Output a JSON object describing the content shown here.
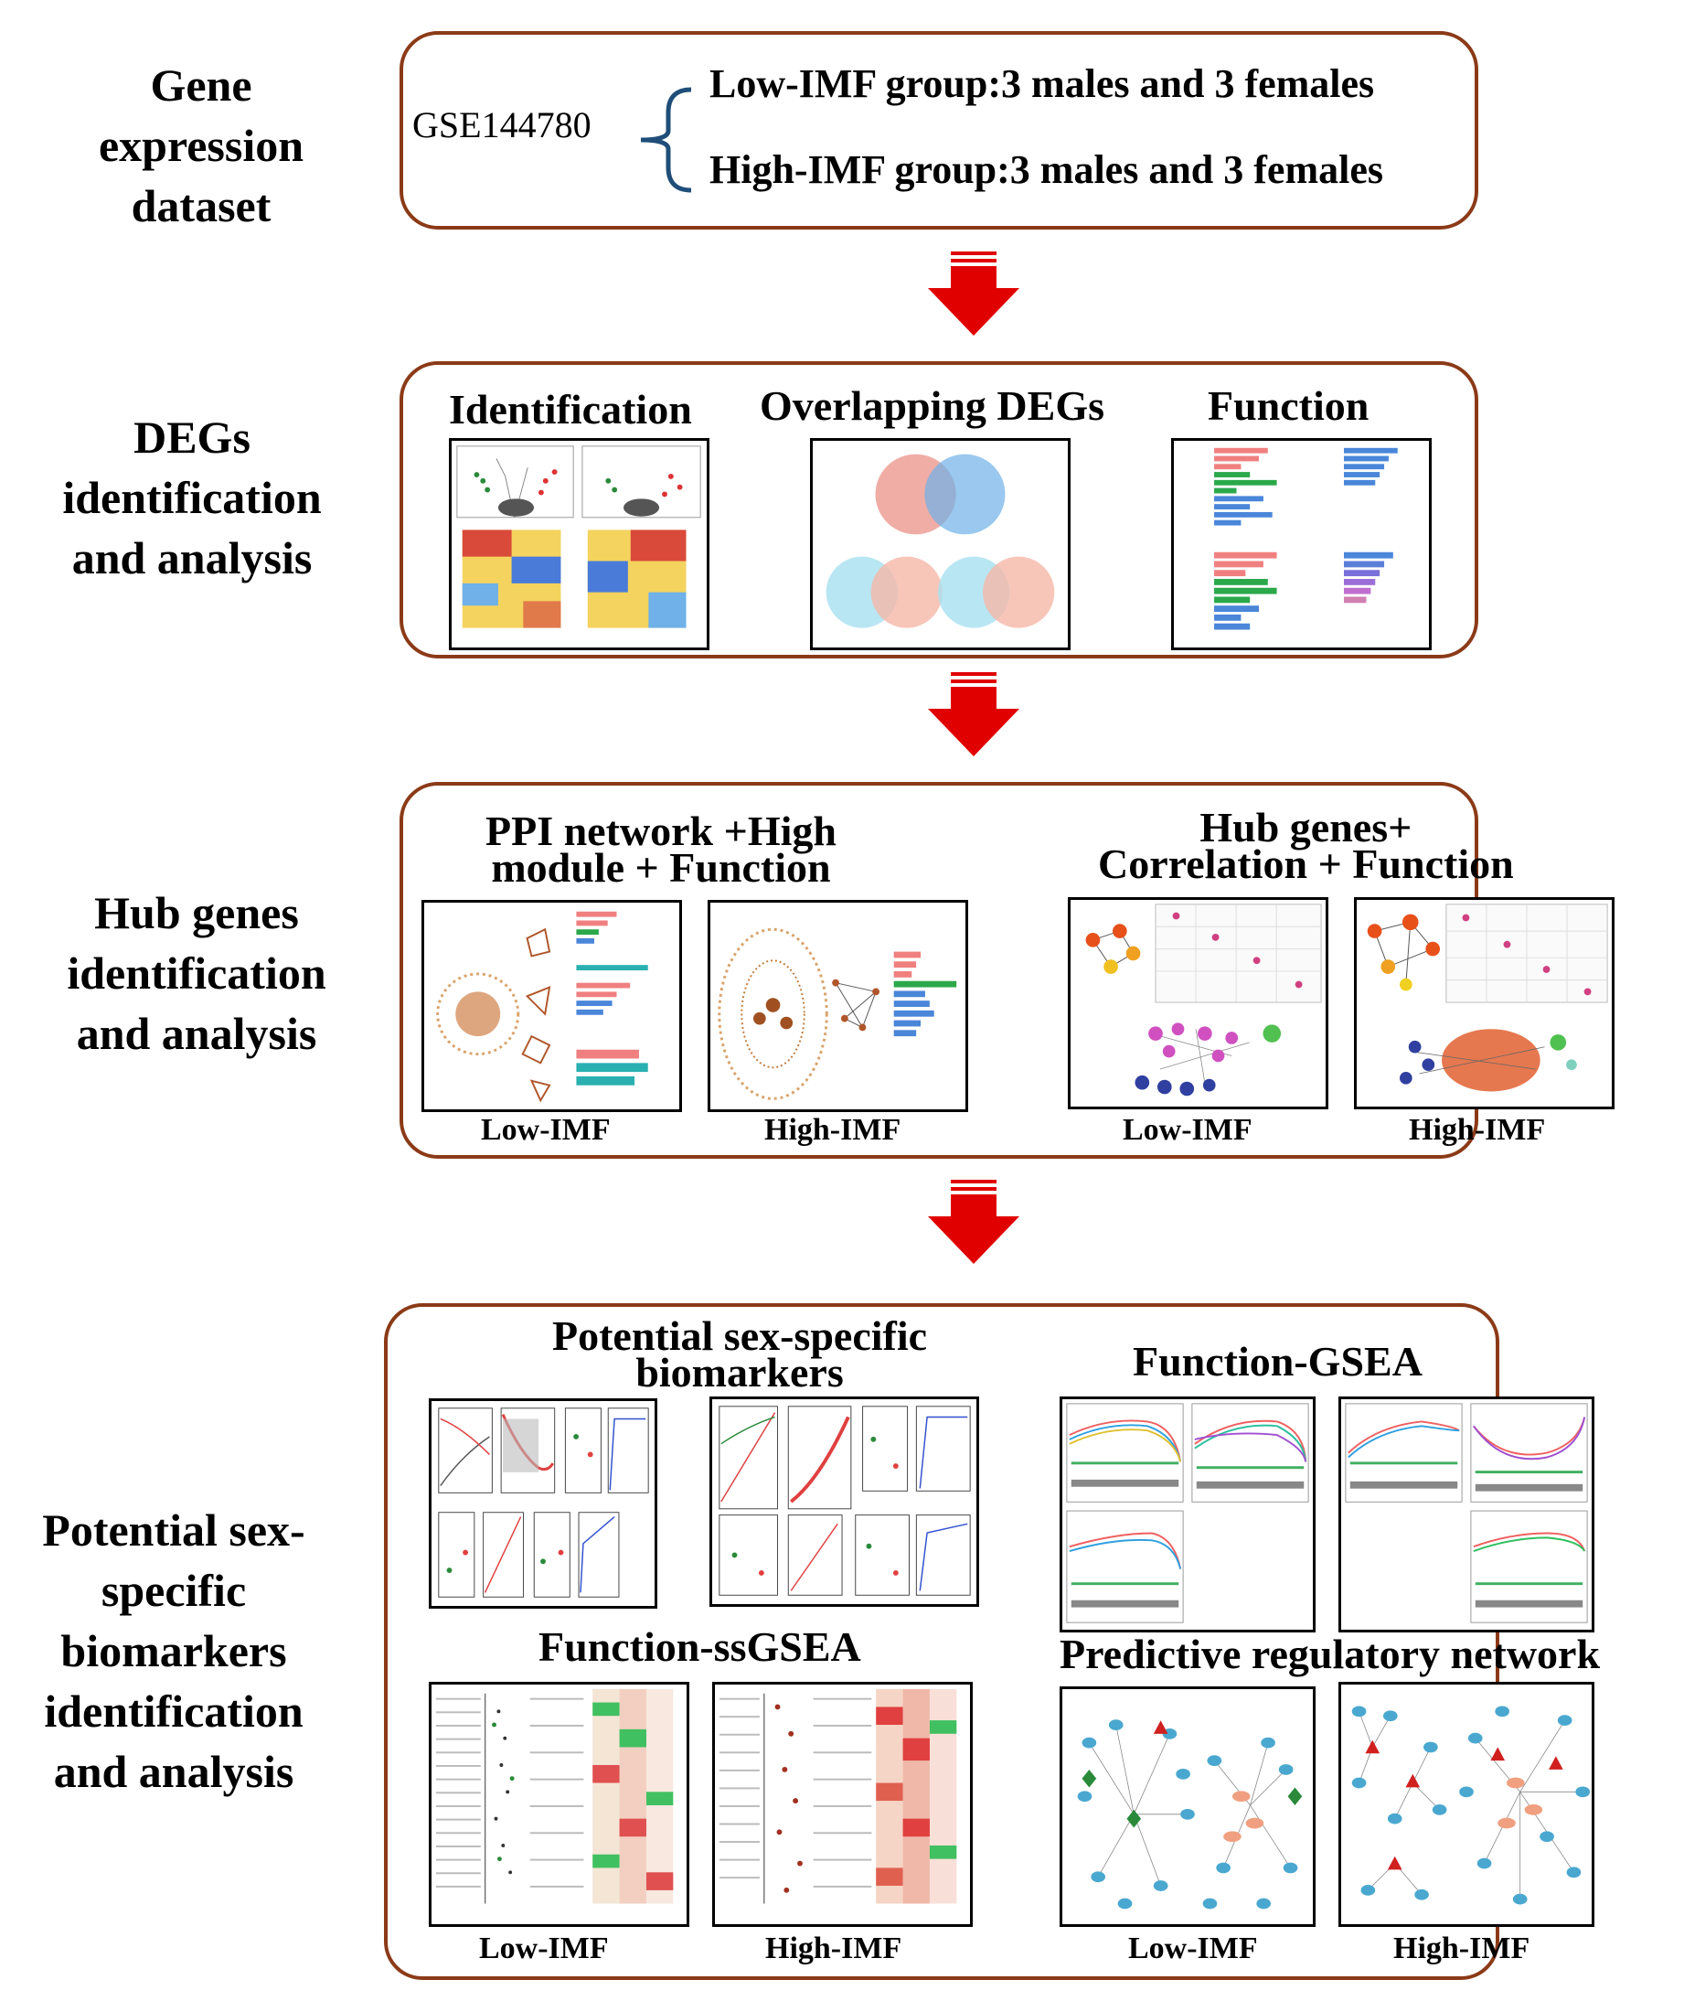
{
  "stages": [
    {
      "label": [
        "Gene",
        "expression",
        "dataset"
      ]
    },
    {
      "label": [
        "DEGs",
        "identification",
        "and analysis"
      ]
    },
    {
      "label": [
        "Hub genes",
        "identification",
        "and analysis"
      ]
    },
    {
      "label": [
        "Potential sex-",
        "specific",
        "biomarkers",
        "identification",
        "and analysis"
      ]
    }
  ],
  "dataset": {
    "id": "GSE144780",
    "low_group": "Low-IMF group:3 males and 3 females",
    "high_group": "High-IMF group:3 males and 3 females"
  },
  "degs": {
    "identification": "Identification",
    "overlapping": "Overlapping DEGs",
    "function": "Function"
  },
  "hub": {
    "ppi_title_1": "PPI network +High",
    "ppi_title_2": "module + Function",
    "hubgenes_title_1": "Hub genes+",
    "hubgenes_title_2": "Correlation + Function",
    "low": "Low-IMF",
    "high": "High-IMF"
  },
  "biomarkers": {
    "sex_title_1": "Potential sex-specific",
    "sex_title_2": "biomarkers",
    "gsea_title": "Function-GSEA",
    "ssgsea_title": "Function-ssGSEA",
    "network_title": "Predictive regulatory network",
    "low": "Low-IMF",
    "high": "High-IMF"
  },
  "colors": {
    "border": "#8b3a17",
    "arrow": "#e00000",
    "bracket": "#1f4e79"
  }
}
